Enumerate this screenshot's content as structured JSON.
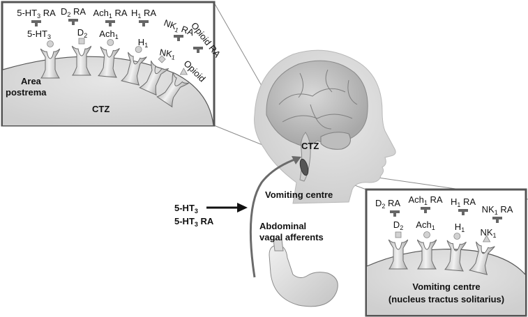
{
  "left_panel": {
    "drugs": [
      {
        "name": "5-HT",
        "sub": "3",
        "suffix": " RA"
      },
      {
        "name": "D",
        "sub": "2",
        "suffix": " RA"
      },
      {
        "name": "Ach",
        "sub": "1",
        "suffix": " RA"
      },
      {
        "name": "H",
        "sub": "1",
        "suffix": " RA"
      },
      {
        "name": "NK",
        "sub": "1",
        "suffix": " RA"
      },
      {
        "name": "Opioid",
        "sub": "",
        "suffix": " RA"
      }
    ],
    "ligands": [
      {
        "name": "5-HT",
        "sub": "3"
      },
      {
        "name": "D",
        "sub": "2"
      },
      {
        "name": "Ach",
        "sub": "1"
      },
      {
        "name": "H",
        "sub": "1"
      },
      {
        "name": "NK",
        "sub": "1"
      },
      {
        "name": "Opioid",
        "sub": ""
      }
    ],
    "area_label_1": "Area",
    "area_label_2": "postrema",
    "region_label": "CTZ"
  },
  "brain": {
    "ctz_label": "CTZ",
    "vomiting_centre_label": "Vomiting centre"
  },
  "stimulus": {
    "line1": {
      "name": "5-HT",
      "sub": "3",
      "suffix": ""
    },
    "line2": {
      "name": "5-HT",
      "sub": "3",
      "suffix": " RA"
    }
  },
  "afferents": {
    "line1": "Abdominal",
    "line2": "vagal afferents"
  },
  "right_panel": {
    "drugs": [
      {
        "name": "D",
        "sub": "2",
        "suffix": " RA"
      },
      {
        "name": "Ach",
        "sub": "1",
        "suffix": " RA"
      },
      {
        "name": "H",
        "sub": "1",
        "suffix": " RA"
      },
      {
        "name": "NK",
        "sub": "1",
        "suffix": " RA"
      }
    ],
    "ligands": [
      {
        "name": "D",
        "sub": "2"
      },
      {
        "name": "Ach",
        "sub": "1"
      },
      {
        "name": "H",
        "sub": "1"
      },
      {
        "name": "NK",
        "sub": "1"
      }
    ],
    "region_line1": "Vomiting centre",
    "region_line2": "(nucleus tractus solitarius)"
  }
}
